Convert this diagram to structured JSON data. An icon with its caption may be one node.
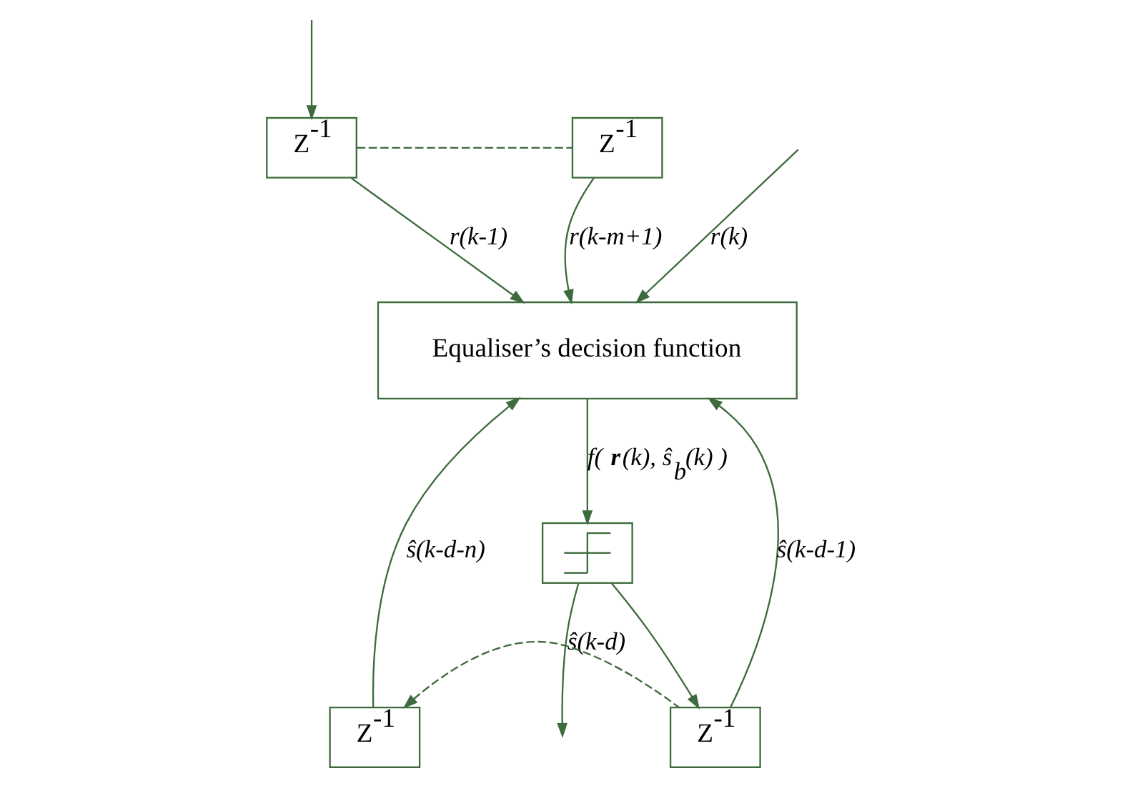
{
  "diagram": {
    "nodes": [
      {
        "text": [
          "Z$^{-1}$"
        ]
      },
      {
        "text": [
          "Z$^{-1}$"
        ]
      },
      {
        "text": [
          "Equaliser’s decision function"
        ]
      },
      {
        "text": [],
        "shape": "box"
      },
      {
        "text": [
          "Z$^{-1}$"
        ]
      },
      {
        "text": [
          "Z$^{-1}$"
        ]
      }
    ],
    "edges": [
      {
        "from": null,
        "to": 0,
        "arrow": "to"
      },
      {
        "from": null,
        "to": 2,
        "arrow": "to",
        "label": "r(k)"
      },
      {
        "from": 0,
        "to": 2,
        "arrow": "to",
        "label": "r(k-1)"
      },
      {
        "from": 0,
        "to": 1,
        "arrow": "none",
        "style": "dashed"
      },
      {
        "from": 1,
        "to": 2,
        "arrow": "to",
        "label": "r(k-m+1)"
      },
      {
        "from": 2,
        "to": 3,
        "arrow": "to",
        "label": "f( **r**(k), ŝ$_{b}$(k) )"
      },
      {
        "from": 3,
        "to": null,
        "arrow": "to",
        "label": "ŝ(k-d)"
      },
      {
        "from": 3,
        "to": 4,
        "arrow": "to"
      },
      {
        "from": 4,
        "to": 2,
        "arrow": "to",
        "label": "ŝ(k-d-1)"
      },
      {
        "from": 4,
        "to": 5,
        "arrow": "to",
        "style": "dashed"
      },
      {
        "from": 5,
        "to": 2,
        "arrow": "to",
        "label": "ŝ(k-d-n)"
      }
    ]
  }
}
